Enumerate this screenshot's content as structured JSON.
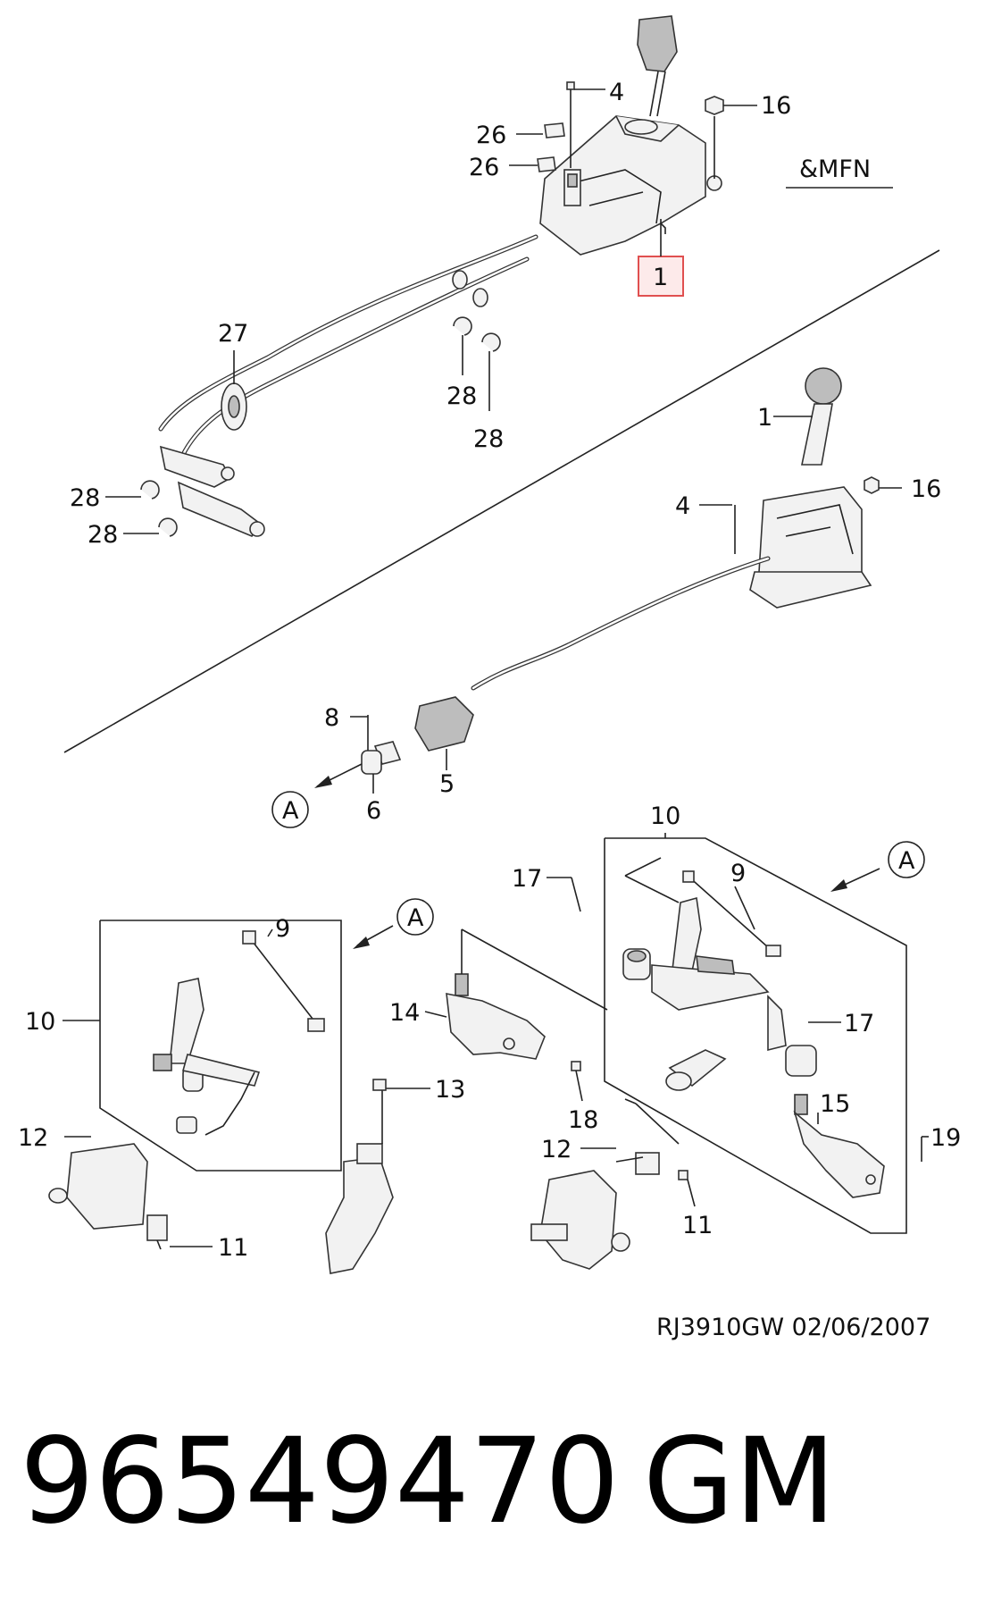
{
  "diagram": {
    "top_tag": "&MFN",
    "highlighted_callout": "1",
    "callouts_top": [
      "4",
      "16",
      "26",
      "26",
      "1",
      "27",
      "28",
      "28",
      "28",
      "28"
    ],
    "callouts_middle": [
      "1",
      "4",
      "16",
      "8",
      "5",
      "6",
      "A"
    ],
    "callouts_bottom_left": [
      "9",
      "A",
      "10",
      "12",
      "11",
      "14",
      "13",
      "18"
    ],
    "callouts_bottom_right": [
      "10",
      "A",
      "17",
      "9",
      "17",
      "15",
      "19",
      "12",
      "11"
    ],
    "colors": {
      "highlight_border": "#e05050",
      "highlight_fill": "#fdeaea",
      "line": "#222222"
    }
  },
  "footer": {
    "drawing_code": "RJ3910GW  02/06/2007",
    "part_number": "96549470",
    "brand": "GM"
  }
}
